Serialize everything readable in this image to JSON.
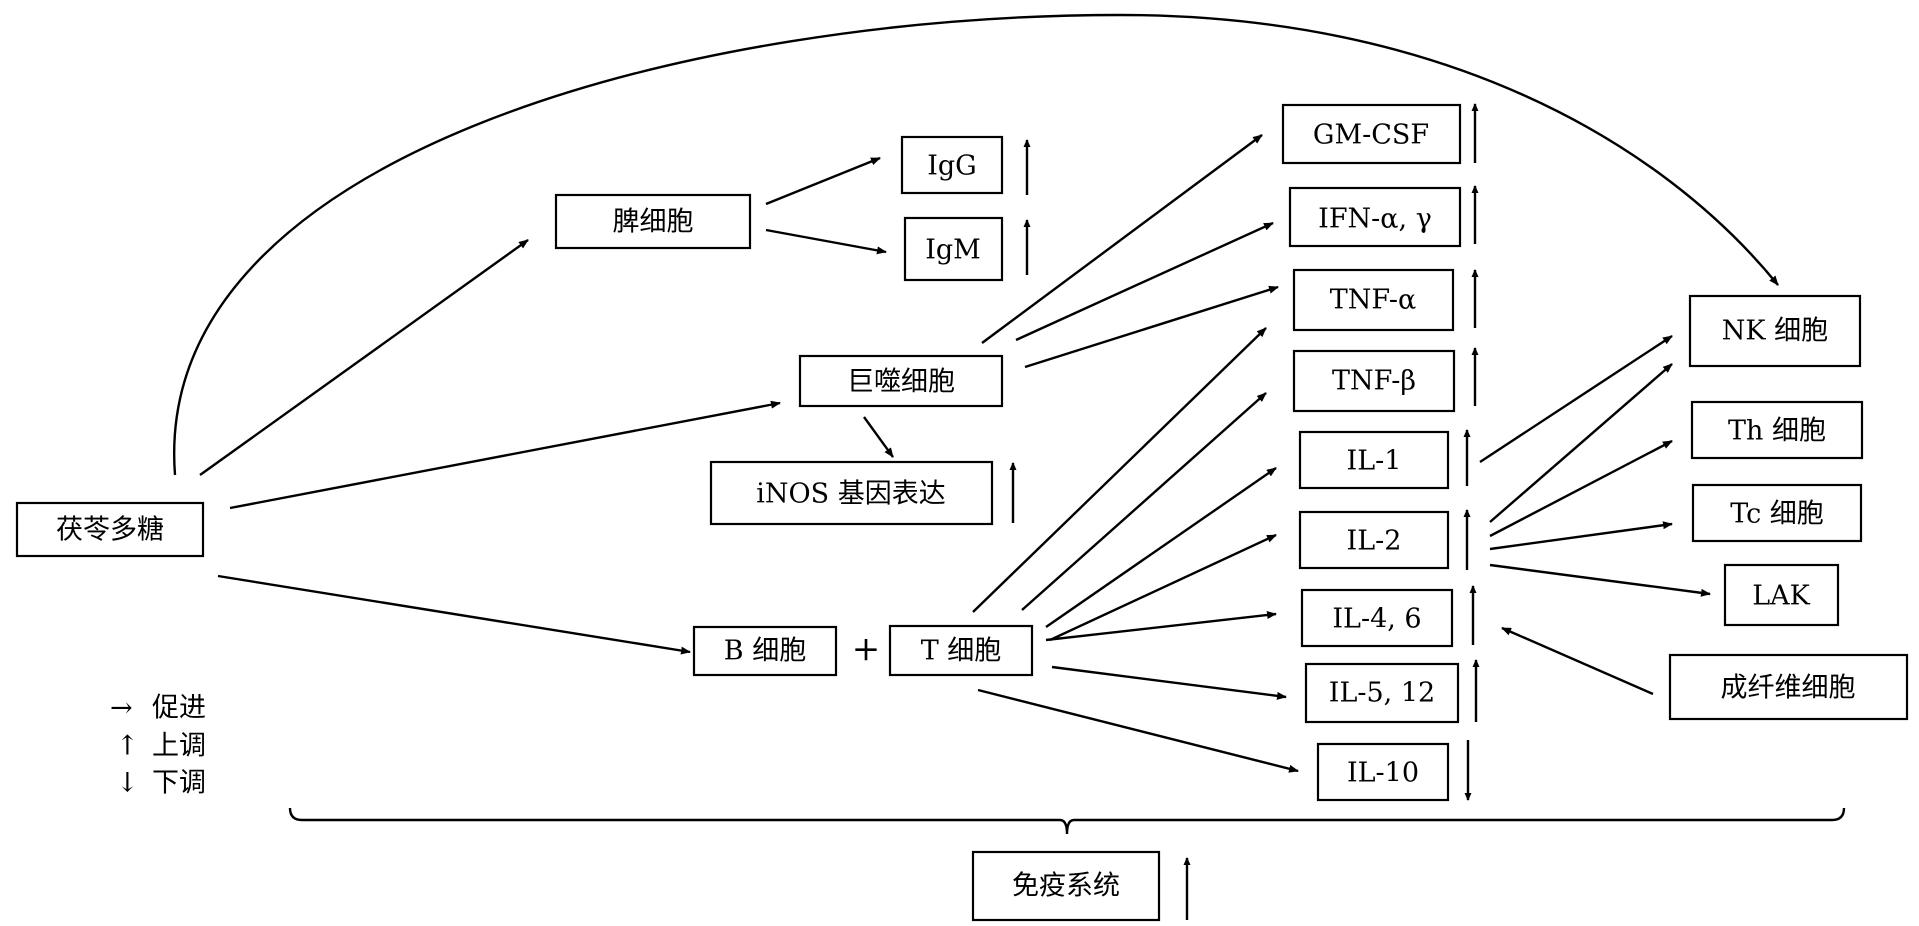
{
  "nodes": {
    "fuling": "茯苓多糖",
    "spleen": "脾细胞",
    "igg": "IgG",
    "igm": "IgM",
    "macrophage": "巨噬细胞",
    "inos": "iNOS 基因表达",
    "bcell": "B 细胞",
    "plus": "+",
    "tcell": "T 细胞",
    "gmcsf": "GM-CSF",
    "ifn": "IFN-α, γ",
    "tnfa": "TNF-α",
    "tnfb": "TNF-β",
    "il1": "IL-1",
    "il2": "IL-2",
    "il46": "IL-4, 6",
    "il512": "IL-5, 12",
    "il10": "IL-10",
    "nk": "NK 细胞",
    "th": "Th 细胞",
    "tc": "Tc 细胞",
    "lak": "LAK",
    "fibro": "成纤维细胞",
    "immune": "免疫系统"
  },
  "regulation": {
    "igg": "up",
    "igm": "up",
    "inos": "up",
    "gmcsf": "up",
    "ifn": "up",
    "tnfa": "up",
    "tnfb": "up",
    "il1": "up",
    "il2": "up",
    "il46": "up",
    "il512": "up",
    "il10": "down",
    "immune": "up"
  },
  "edges": [
    [
      "fuling",
      "spleen"
    ],
    [
      "fuling",
      "macrophage"
    ],
    [
      "fuling",
      "bcell"
    ],
    [
      "fuling",
      "nk"
    ],
    [
      "spleen",
      "igg"
    ],
    [
      "spleen",
      "igm"
    ],
    [
      "macrophage",
      "inos"
    ],
    [
      "macrophage",
      "gmcsf"
    ],
    [
      "macrophage",
      "ifn"
    ],
    [
      "macrophage",
      "tnfa"
    ],
    [
      "tcell",
      "tnfa"
    ],
    [
      "tcell",
      "tnfb"
    ],
    [
      "tcell",
      "il1"
    ],
    [
      "tcell",
      "il2"
    ],
    [
      "tcell",
      "il46"
    ],
    [
      "tcell",
      "il512"
    ],
    [
      "tcell",
      "il10"
    ],
    [
      "il1",
      "nk"
    ],
    [
      "il2",
      "nk"
    ],
    [
      "il2",
      "th"
    ],
    [
      "il2",
      "tc"
    ],
    [
      "il2",
      "lak"
    ],
    [
      "fibro",
      "il46"
    ]
  ],
  "legend": [
    {
      "symbol": "→",
      "label": "促进"
    },
    {
      "symbol": "↑",
      "label": "上调"
    },
    {
      "symbol": "↓",
      "label": "下调"
    }
  ]
}
